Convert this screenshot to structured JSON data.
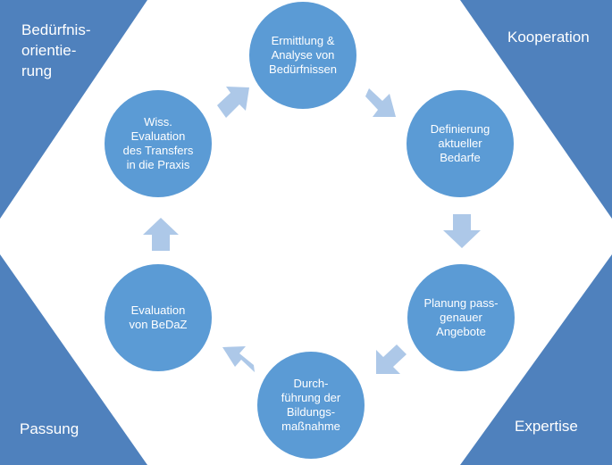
{
  "corners": {
    "top_left": "Bedürfnis-\norientie-\nrung",
    "top_right": "Kooperation",
    "bottom_left": "Passung",
    "bottom_right": "Expertise"
  },
  "cycle": [
    {
      "id": "ermittlung",
      "text": "Ermittlung &\nAnalyse von\nBedürfnissen"
    },
    {
      "id": "definierung",
      "text": "Definierung\naktueller\nBedarfe"
    },
    {
      "id": "planung",
      "text": "Planung pass-\ngenauer\nAngebote"
    },
    {
      "id": "durchfuehrung",
      "text": "Durch-\nführung der\nBildungs-\nmaßnahme"
    },
    {
      "id": "evaluation-bedaz",
      "text": "Evaluation\nvon BeDaZ"
    },
    {
      "id": "wiss-evaluation",
      "text": "Wiss.\nEvaluation\ndes Transfers\nin die Praxis"
    }
  ],
  "colors": {
    "corner_fill": "#4f81bd",
    "node_fill": "#5b9bd5",
    "arrow_fill": "#adc8e8",
    "text": "#ffffff"
  }
}
